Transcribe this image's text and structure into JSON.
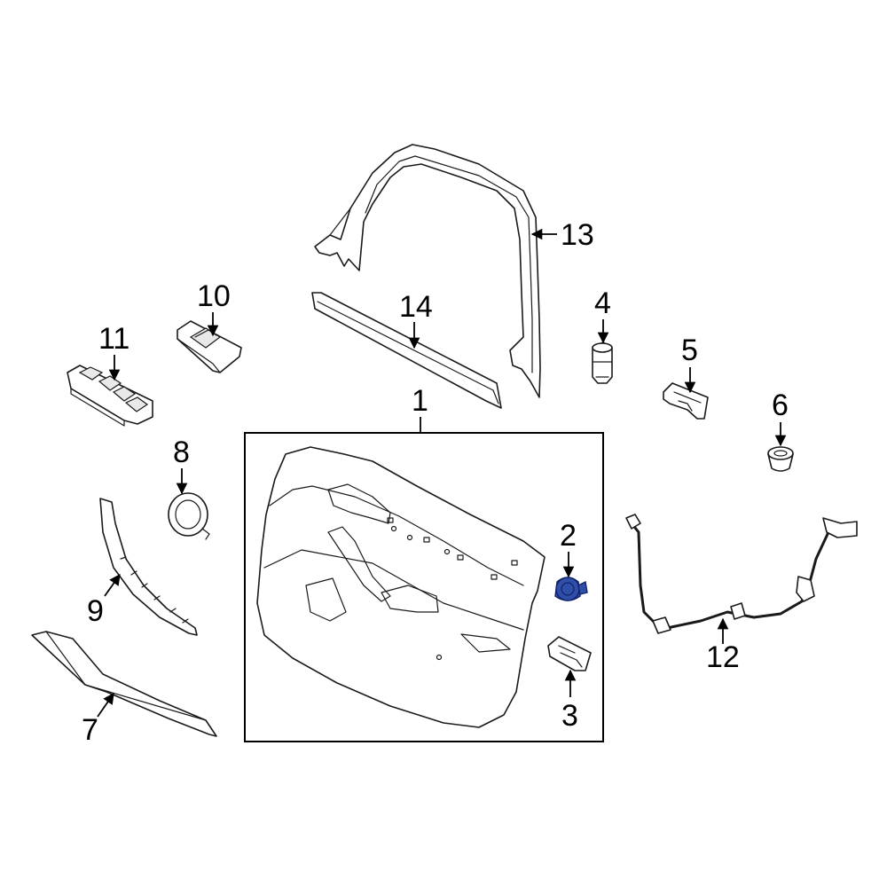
{
  "diagram": {
    "callouts": [
      {
        "id": "1",
        "label": "1"
      },
      {
        "id": "2",
        "label": "2"
      },
      {
        "id": "3",
        "label": "3"
      },
      {
        "id": "4",
        "label": "4"
      },
      {
        "id": "5",
        "label": "5"
      },
      {
        "id": "6",
        "label": "6"
      },
      {
        "id": "7",
        "label": "7"
      },
      {
        "id": "8",
        "label": "8"
      },
      {
        "id": "9",
        "label": "9"
      },
      {
        "id": "10",
        "label": "10"
      },
      {
        "id": "11",
        "label": "11"
      },
      {
        "id": "12",
        "label": "12"
      },
      {
        "id": "13",
        "label": "13"
      },
      {
        "id": "14",
        "label": "14"
      }
    ],
    "highlighted_part": "2",
    "colors": {
      "line": "#1a1a1a",
      "highlight": "#2f4fa8",
      "background": "#ffffff"
    }
  }
}
